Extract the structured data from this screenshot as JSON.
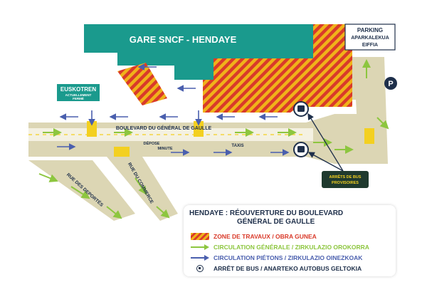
{
  "colors": {
    "station": "#1a9a8d",
    "road": "#dcd6b4",
    "works_orange": "#f0b21a",
    "works_red": "#d93a2a",
    "traffic_green": "#8dc63f",
    "pedestrian_blue": "#4a5fae",
    "navy": "#1e2f4a",
    "bus_box": "#1f3a2e",
    "crossing_yellow": "#f3d020"
  },
  "map": {
    "station_label": "GARE SNCF - HENDAYE",
    "parking_line1": "PARKING",
    "parking_line2": "APARKALEKUA",
    "parking_line3": "EIFFIA",
    "parking_sign": "P",
    "euskotren_name": "EUSKOTREN",
    "euskotren_status1": "ACTUELLEMENT",
    "euskotren_status2": "FERMÉ",
    "boulevard_label": "BOULEVARD DU GÉNÉRAL DE GAULLE",
    "rue_commerce": "RUE DU COMMERCE",
    "rue_deportes": "RUE DES DEPORTÉS",
    "depose_line1": "DÉPOSE",
    "depose_line2": "MINUTE",
    "taxis": "TAXIS",
    "bus_stop_line1": "ARRÊTS DE BUS",
    "bus_stop_line2": "PROVISOIRES",
    "bus_icon": "bus-stop-icon"
  },
  "legend": {
    "title_line1": "HENDAYE :  RÉOUVERTURE DU BOULEVARD",
    "title_line2": "GÉNÉRAL DE GAULLE",
    "items": [
      {
        "label": "ZONE DE TRAVAUX / OBRA GUNEA",
        "color": "#d93a2a",
        "icon": "works-zone-swatch"
      },
      {
        "label": "CIRCULATION GÉNÉRALE / ZIRKULAZIO OROKORRA",
        "color": "#8dc63f",
        "icon": "green-arrow-icon"
      },
      {
        "label": "CIRCULATION PIÉTONS / ZIRKULAZIO OINEZKOAK",
        "color": "#4a5fae",
        "icon": "blue-arrow-icon"
      },
      {
        "label": "ARRÊT DE BUS / ANARTEKO AUTOBUS GELTOKIA",
        "color": "#1e2f4a",
        "icon": "bus-stop-icon"
      }
    ]
  }
}
